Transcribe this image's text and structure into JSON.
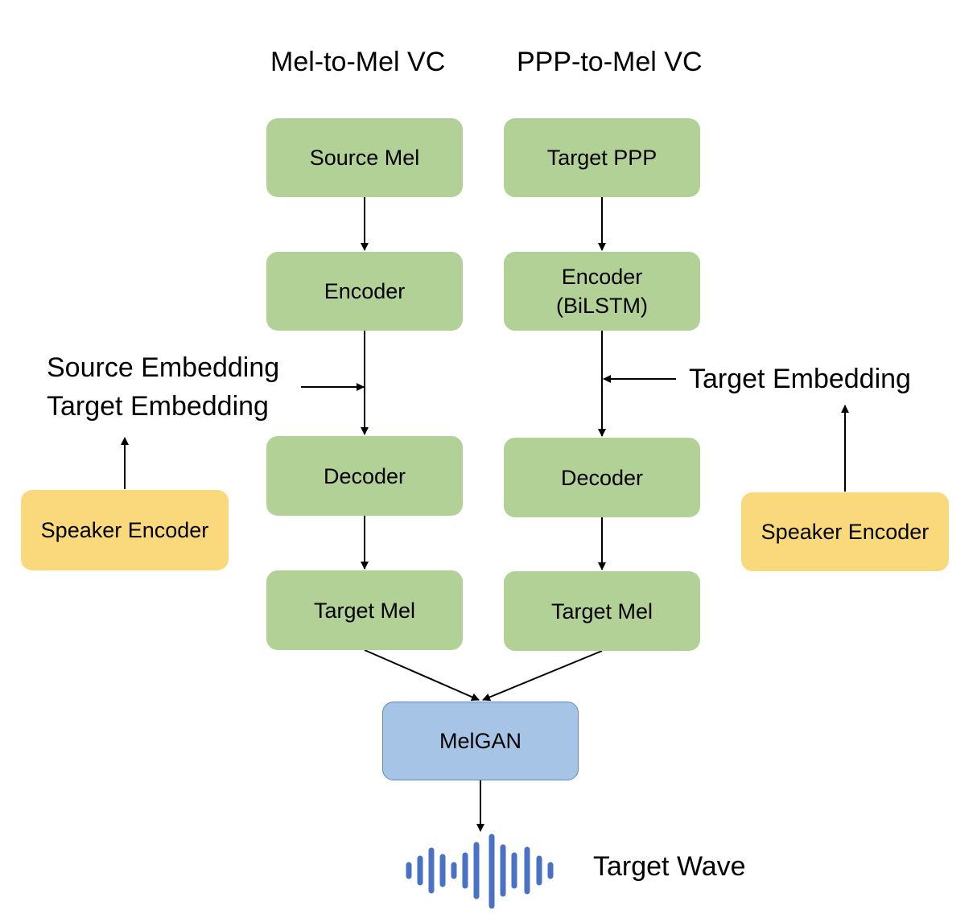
{
  "titles": {
    "left": "Mel-to-Mel VC",
    "right": "PPP-to-Mel VC"
  },
  "left_pipeline": {
    "source": "Source Mel",
    "encoder": "Encoder",
    "decoder": "Decoder",
    "output": "Target Mel"
  },
  "right_pipeline": {
    "source": "Target PPP",
    "encoder": "Encoder\n(BiLSTM)",
    "decoder": "Decoder",
    "output": "Target Mel"
  },
  "left_speaker": {
    "encoder": "Speaker Encoder",
    "embedding_line1": "Source Embedding",
    "embedding_line2": "Target Embedding"
  },
  "right_speaker": {
    "encoder": "Speaker Encoder",
    "embedding": "Target Embedding"
  },
  "vocoder": "MelGAN",
  "output_label": "Target Wave",
  "colors": {
    "module_green": "#b2d196",
    "speaker_yellow": "#f9d97c",
    "vocoder_blue": "#a5c4e6",
    "waveform_blue": "#4a72c4"
  },
  "icons": {
    "waveform": "waveform-icon"
  }
}
